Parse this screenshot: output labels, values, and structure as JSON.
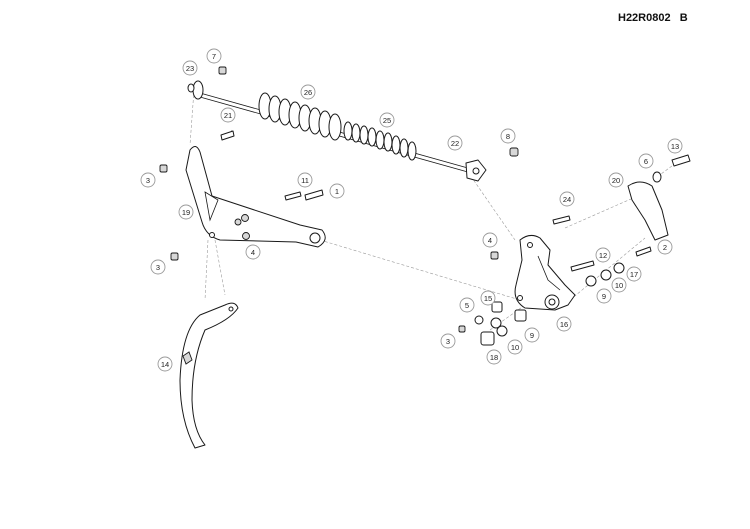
{
  "header": {
    "drawing_code": "H22R0802",
    "revision": "B"
  },
  "callouts": [
    {
      "label": "1"
    },
    {
      "label": "2"
    },
    {
      "label": "3"
    },
    {
      "label": "3"
    },
    {
      "label": "3"
    },
    {
      "label": "4"
    },
    {
      "label": "4"
    },
    {
      "label": "5"
    },
    {
      "label": "6"
    },
    {
      "label": "7"
    },
    {
      "label": "8"
    },
    {
      "label": "9"
    },
    {
      "label": "9"
    },
    {
      "label": "10"
    },
    {
      "label": "10"
    },
    {
      "label": "11"
    },
    {
      "label": "12"
    },
    {
      "label": "13"
    },
    {
      "label": "14"
    },
    {
      "label": "15"
    },
    {
      "label": "16"
    },
    {
      "label": "17"
    },
    {
      "label": "18"
    },
    {
      "label": "19"
    },
    {
      "label": "20"
    },
    {
      "label": "21"
    },
    {
      "label": "22"
    },
    {
      "label": "23"
    },
    {
      "label": "24"
    },
    {
      "label": "25"
    },
    {
      "label": "26"
    }
  ]
}
